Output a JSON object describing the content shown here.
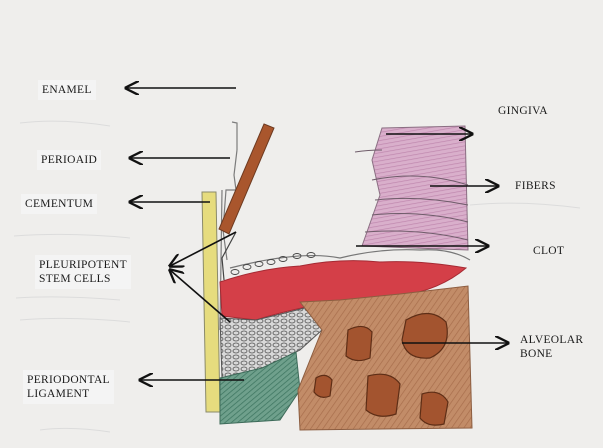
{
  "labels": {
    "enamel": "ENAMEL",
    "perioaid": "PERIOAID",
    "cementum": "CEMENTUM",
    "pleuripotent_line1": "PLEURIPOTENT",
    "pleuripotent_line2": "STEM CELLS",
    "periodontal_line1": "PERIODONTAL",
    "periodontal_line2": "LIGAMENT",
    "gingiva": "GINGIVA",
    "fibers": "FIBERS",
    "clot": "CLOT",
    "alveolar_line1": "ALVEOLAR",
    "alveolar_line2": "BONE"
  },
  "colors": {
    "paper": "#efeeec",
    "cementum": "#e6dc7e",
    "clot": "#d43f48",
    "gingiva": "#c48fb6",
    "bone": "#b9805c",
    "bone_spaces": "#a3542f",
    "ligament": "#4f8a74",
    "perioaid": "#a9562d"
  }
}
